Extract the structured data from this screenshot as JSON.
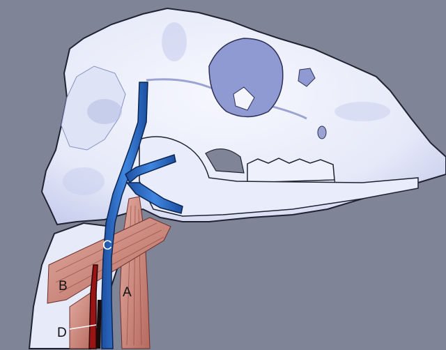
{
  "labels": {
    "a": "A",
    "b": "B",
    "c": "C",
    "d": "D"
  },
  "colors": {
    "background": "#7f8497",
    "bone": "#eef0fb",
    "bone_shadow": "#aab3dc",
    "vein": "#2f6fc9",
    "muscle": "#c8847a",
    "artery": "#9b1414",
    "label_text": "#111111",
    "label_on_vein": "#ffffff"
  }
}
